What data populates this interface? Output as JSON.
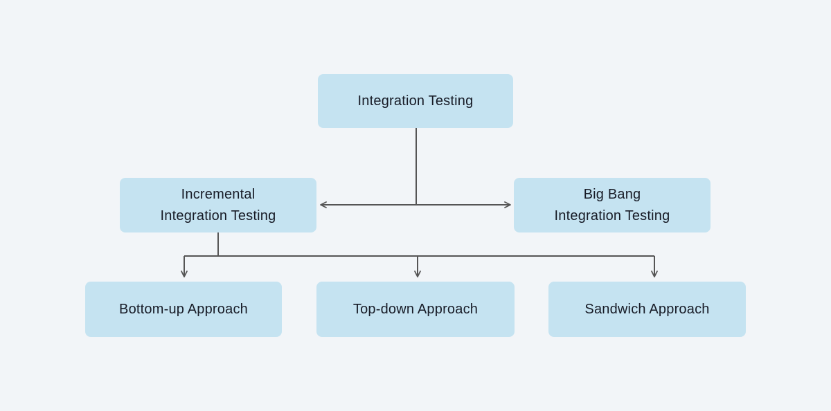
{
  "diagram": {
    "title": "Integration Testing types flowchart",
    "colors": {
      "background": "#f2f5f8",
      "node_fill": "#c5e3f1",
      "node_text": "#171b26",
      "connector": "#555555"
    },
    "nodes": {
      "root": {
        "label": "Integration Testing"
      },
      "incremental": {
        "label": "Incremental\nIntegration Testing"
      },
      "big_bang": {
        "label": "Big Bang\nIntegration Testing"
      },
      "bottom_up": {
        "label": "Bottom-up Approach"
      },
      "top_down": {
        "label": "Top-down Approach"
      },
      "sandwich": {
        "label": "Sandwich Approach"
      }
    },
    "edges": [
      {
        "from": "root",
        "to": "incremental",
        "arrow": true
      },
      {
        "from": "root",
        "to": "big_bang",
        "arrow": true
      },
      {
        "from": "incremental",
        "to": "bottom_up",
        "arrow": true
      },
      {
        "from": "incremental",
        "to": "top_down",
        "arrow": true
      },
      {
        "from": "incremental",
        "to": "sandwich",
        "arrow": true
      }
    ]
  }
}
